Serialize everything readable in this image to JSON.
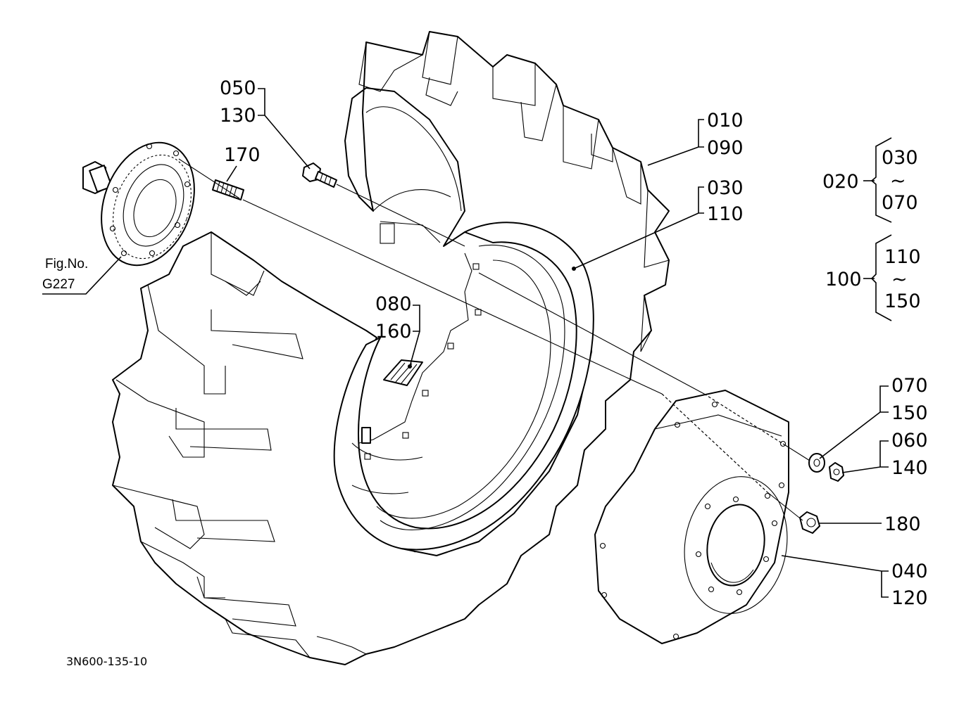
{
  "diagram": {
    "drawing_code": "3N600-135-10",
    "reference": {
      "line1": "Fig.No.",
      "line2": "G227"
    },
    "callouts": {
      "c010": "010",
      "c090": "090",
      "c030": "030",
      "c110": "110",
      "c050": "050",
      "c130": "130",
      "c170": "170",
      "c080": "080",
      "c160": "160",
      "c070": "070",
      "c150": "150",
      "c060": "060",
      "c140": "140",
      "c180": "180",
      "c040": "040",
      "c120": "120"
    },
    "groups": [
      {
        "id": "020",
        "from": "030",
        "tilde": "~",
        "to": "070"
      },
      {
        "id": "100",
        "from": "110",
        "tilde": "~",
        "to": "150"
      }
    ]
  }
}
